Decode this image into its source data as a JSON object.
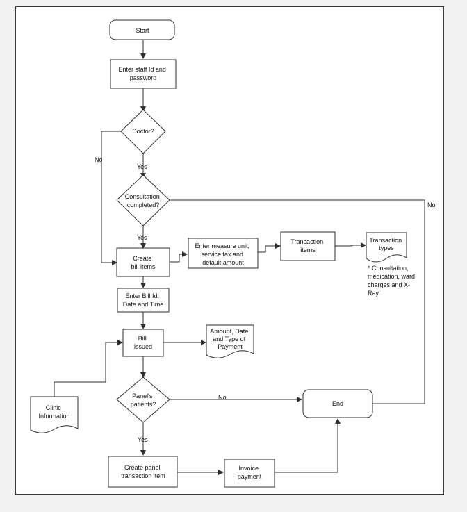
{
  "diagram": {
    "nodes": {
      "start": "Start",
      "login": [
        "Enter staff Id and",
        "password"
      ],
      "doctor": "Doctor?",
      "consultation": [
        "Consultation",
        "completed?"
      ],
      "create_bill": [
        "Create",
        "bill items"
      ],
      "enter_measure": [
        "Enter measure unit,",
        "service tax and",
        "default amount"
      ],
      "transaction_items": [
        "Transaction",
        "items"
      ],
      "transaction_types": [
        "Transaction",
        "types"
      ],
      "enter_bill": [
        "Enter Bill Id,",
        "Date and Time"
      ],
      "bill_issued": [
        "Bill",
        "issued"
      ],
      "amount_doc": [
        "Amount, Date",
        "and Type of",
        "Payment"
      ],
      "clinic_info": [
        "Clinic",
        "Information"
      ],
      "panels": [
        "Panel's",
        "patients?"
      ],
      "end": "End",
      "create_panel": [
        "Create panel",
        "transaction item"
      ],
      "invoice": [
        "Invoice",
        "payment"
      ]
    },
    "labels": {
      "no_doctor": "No",
      "yes_doctor": "Yes",
      "yes_consult": "Yes",
      "no_consult": "No",
      "no_panels": "No",
      "yes_panels": "Yes"
    },
    "note": [
      "* Consultation,",
      "medication,  ward",
      "charges  and  X-",
      "Ray"
    ]
  }
}
